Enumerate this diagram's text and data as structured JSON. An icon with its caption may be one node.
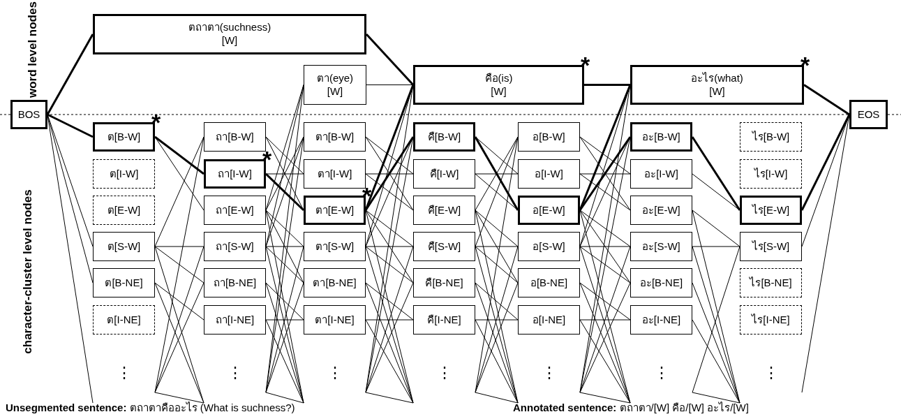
{
  "diagram": {
    "nodes": [
      {
        "text": [
          "ตถาตา(suchness)",
          "[W]"
        ]
      },
      {
        "text": [
          "BOS"
        ]
      },
      {
        "text": [
          "ตา(eye)",
          "[W]"
        ]
      },
      {
        "text": [
          "คือ(is)",
          "[W]"
        ],
        "beside": [
          "*"
        ]
      },
      {
        "text": [
          "อะไร(what)",
          "[W]"
        ],
        "beside": [
          "*"
        ]
      },
      {
        "text": [
          "EOS"
        ]
      },
      {
        "text": [
          "ต[B-W]"
        ],
        "beside": [
          "*"
        ]
      },
      {
        "text": [
          "ต[I-W]"
        ]
      },
      {
        "text": [
          "ต[E-W]"
        ]
      },
      {
        "text": [
          "ต[S-W]"
        ]
      },
      {
        "text": [
          "ต[B-NE]"
        ]
      },
      {
        "text": [
          "ต[I-NE]"
        ]
      },
      {
        "text": [
          "⋮"
        ]
      },
      {
        "text": [
          "ถา[B-W]"
        ]
      },
      {
        "text": [
          "ถา[I-W]"
        ],
        "beside": [
          "*"
        ]
      },
      {
        "text": [
          "ถา[E-W]"
        ]
      },
      {
        "text": [
          "ถา[S-W]"
        ]
      },
      {
        "text": [
          "ถา[B-NE]"
        ]
      },
      {
        "text": [
          "ถา[I-NE]"
        ]
      },
      {
        "text": [
          "⋮"
        ]
      },
      {
        "text": [
          "ตา[B-W]"
        ]
      },
      {
        "text": [
          "ตา[I-W]"
        ]
      },
      {
        "text": [
          "ตา[E-W]"
        ],
        "beside": [
          "*"
        ]
      },
      {
        "text": [
          "ตา[S-W]"
        ]
      },
      {
        "text": [
          "ตา[B-NE]"
        ]
      },
      {
        "text": [
          "ตา[I-NE]"
        ]
      },
      {
        "text": [
          "⋮"
        ]
      },
      {
        "text": [
          "คื[B-W]"
        ]
      },
      {
        "text": [
          "คื[I-W]"
        ]
      },
      {
        "text": [
          "คื[E-W]"
        ]
      },
      {
        "text": [
          "คื[S-W]"
        ]
      },
      {
        "text": [
          "คื[B-NE]"
        ]
      },
      {
        "text": [
          "คื[I-NE]"
        ]
      },
      {
        "text": [
          "⋮"
        ]
      },
      {
        "text": [
          "อ[B-W]"
        ]
      },
      {
        "text": [
          "อ[I-W]"
        ]
      },
      {
        "text": [
          "อ[E-W]"
        ]
      },
      {
        "text": [
          "อ[S-W]"
        ]
      },
      {
        "text": [
          "อ[B-NE]"
        ]
      },
      {
        "text": [
          "อ[I-NE]"
        ]
      },
      {
        "text": [
          "⋮"
        ]
      },
      {
        "text": [
          "อะ[B-W]"
        ]
      },
      {
        "text": [
          "อะ[I-W]"
        ]
      },
      {
        "text": [
          "อะ[E-W]"
        ]
      },
      {
        "text": [
          "อะ[S-W]"
        ]
      },
      {
        "text": [
          "อะ[B-NE]"
        ]
      },
      {
        "text": [
          "อะ[I-NE]"
        ]
      },
      {
        "text": [
          "⋮"
        ]
      },
      {
        "text": [
          "ไร[B-W]"
        ]
      },
      {
        "text": [
          "ไร[I-W]"
        ]
      },
      {
        "text": [
          "ไร[E-W]"
        ]
      },
      {
        "text": [
          "ไร[S-W]"
        ]
      },
      {
        "text": [
          "ไร[B-NE]"
        ]
      },
      {
        "text": [
          "ไร[I-NE]"
        ]
      },
      {
        "text": [
          "⋮"
        ]
      }
    ],
    "edges": [
      {
        "from": 1,
        "to": 0,
        "arrow": "none",
        "style": "thick"
      },
      {
        "from": 0,
        "to": 3,
        "arrow": "none",
        "style": "thick"
      },
      {
        "from": 2,
        "to": 3,
        "arrow": "none"
      },
      {
        "from": 3,
        "to": 4,
        "arrow": "none",
        "style": "thick"
      },
      {
        "from": 4,
        "to": 5,
        "arrow": "none",
        "style": "thick"
      },
      {
        "from": 1,
        "to": 6,
        "arrow": "none",
        "style": "thick"
      },
      {
        "from": 1,
        "to": 9,
        "arrow": "none"
      },
      {
        "from": 1,
        "to": 10,
        "arrow": "none"
      },
      {
        "from": 1,
        "to": 12,
        "arrow": "none"
      },
      {
        "from": 6,
        "to": 14,
        "arrow": "none",
        "style": "thick"
      },
      {
        "from": 6,
        "to": 15,
        "arrow": "none"
      },
      {
        "from": 9,
        "to": 13,
        "arrow": "none"
      },
      {
        "from": 9,
        "to": 16,
        "arrow": "none"
      },
      {
        "from": 9,
        "to": 17,
        "arrow": "none"
      },
      {
        "from": 9,
        "to": 19,
        "arrow": "none"
      },
      {
        "from": 10,
        "to": 18,
        "arrow": "none"
      },
      {
        "from": 10,
        "to": 19,
        "arrow": "none"
      },
      {
        "from": 12,
        "to": 13,
        "arrow": "none"
      },
      {
        "from": 12,
        "to": 16,
        "arrow": "none"
      },
      {
        "from": 12,
        "to": 17,
        "arrow": "none"
      },
      {
        "from": 12,
        "to": 19,
        "arrow": "none"
      },
      {
        "from": 15,
        "to": 2,
        "arrow": "none"
      },
      {
        "from": 16,
        "to": 2,
        "arrow": "none"
      },
      {
        "from": 19,
        "to": 2,
        "arrow": "none"
      },
      {
        "from": 13,
        "to": 21,
        "arrow": "none"
      },
      {
        "from": 13,
        "to": 22,
        "arrow": "none"
      },
      {
        "from": 14,
        "to": 21,
        "arrow": "none"
      },
      {
        "from": 14,
        "to": 22,
        "arrow": "none",
        "style": "thick"
      },
      {
        "from": 15,
        "to": 20,
        "arrow": "none"
      },
      {
        "from": 15,
        "to": 23,
        "arrow": "none"
      },
      {
        "from": 15,
        "to": 24,
        "arrow": "none"
      },
      {
        "from": 15,
        "to": 26,
        "arrow": "none"
      },
      {
        "from": 16,
        "to": 20,
        "arrow": "none"
      },
      {
        "from": 16,
        "to": 23,
        "arrow": "none"
      },
      {
        "from": 16,
        "to": 24,
        "arrow": "none"
      },
      {
        "from": 16,
        "to": 26,
        "arrow": "none"
      },
      {
        "from": 17,
        "to": 25,
        "arrow": "none"
      },
      {
        "from": 17,
        "to": 26,
        "arrow": "none"
      },
      {
        "from": 18,
        "to": 25,
        "arrow": "none"
      },
      {
        "from": 18,
        "to": 26,
        "arrow": "none"
      },
      {
        "from": 19,
        "to": 20,
        "arrow": "none"
      },
      {
        "from": 19,
        "to": 23,
        "arrow": "none"
      },
      {
        "from": 19,
        "to": 24,
        "arrow": "none"
      },
      {
        "from": 19,
        "to": 26,
        "arrow": "none"
      },
      {
        "from": 22,
        "to": 3,
        "arrow": "none",
        "style": "thick"
      },
      {
        "from": 23,
        "to": 3,
        "arrow": "none"
      },
      {
        "from": 26,
        "to": 3,
        "arrow": "none"
      },
      {
        "from": 20,
        "to": 28,
        "arrow": "none"
      },
      {
        "from": 20,
        "to": 29,
        "arrow": "none"
      },
      {
        "from": 21,
        "to": 28,
        "arrow": "none"
      },
      {
        "from": 21,
        "to": 29,
        "arrow": "none"
      },
      {
        "from": 22,
        "to": 27,
        "arrow": "none",
        "style": "thick"
      },
      {
        "from": 22,
        "to": 30,
        "arrow": "none"
      },
      {
        "from": 22,
        "to": 31,
        "arrow": "none"
      },
      {
        "from": 22,
        "to": 33,
        "arrow": "none"
      },
      {
        "from": 23,
        "to": 27,
        "arrow": "none"
      },
      {
        "from": 23,
        "to": 30,
        "arrow": "none"
      },
      {
        "from": 23,
        "to": 31,
        "arrow": "none"
      },
      {
        "from": 23,
        "to": 33,
        "arrow": "none"
      },
      {
        "from": 24,
        "to": 32,
        "arrow": "none"
      },
      {
        "from": 24,
        "to": 33,
        "arrow": "none"
      },
      {
        "from": 25,
        "to": 32,
        "arrow": "none"
      },
      {
        "from": 25,
        "to": 33,
        "arrow": "none"
      },
      {
        "from": 26,
        "to": 27,
        "arrow": "none"
      },
      {
        "from": 26,
        "to": 30,
        "arrow": "none"
      },
      {
        "from": 26,
        "to": 31,
        "arrow": "none"
      },
      {
        "from": 26,
        "to": 33,
        "arrow": "none"
      },
      {
        "from": 27,
        "to": 35,
        "arrow": "none"
      },
      {
        "from": 27,
        "to": 36,
        "arrow": "none",
        "style": "thick"
      },
      {
        "from": 28,
        "to": 35,
        "arrow": "none"
      },
      {
        "from": 28,
        "to": 36,
        "arrow": "none"
      },
      {
        "from": 29,
        "to": 34,
        "arrow": "none"
      },
      {
        "from": 29,
        "to": 37,
        "arrow": "none"
      },
      {
        "from": 29,
        "to": 38,
        "arrow": "none"
      },
      {
        "from": 29,
        "to": 40,
        "arrow": "none"
      },
      {
        "from": 30,
        "to": 34,
        "arrow": "none"
      },
      {
        "from": 30,
        "to": 37,
        "arrow": "none"
      },
      {
        "from": 30,
        "to": 38,
        "arrow": "none"
      },
      {
        "from": 30,
        "to": 40,
        "arrow": "none"
      },
      {
        "from": 31,
        "to": 39,
        "arrow": "none"
      },
      {
        "from": 31,
        "to": 40,
        "arrow": "none"
      },
      {
        "from": 32,
        "to": 39,
        "arrow": "none"
      },
      {
        "from": 32,
        "to": 40,
        "arrow": "none"
      },
      {
        "from": 33,
        "to": 34,
        "arrow": "none"
      },
      {
        "from": 33,
        "to": 37,
        "arrow": "none"
      },
      {
        "from": 33,
        "to": 38,
        "arrow": "none"
      },
      {
        "from": 33,
        "to": 40,
        "arrow": "none"
      },
      {
        "from": 36,
        "to": 4,
        "arrow": "none",
        "style": "thick"
      },
      {
        "from": 37,
        "to": 4,
        "arrow": "none"
      },
      {
        "from": 40,
        "to": 4,
        "arrow": "none"
      },
      {
        "from": 34,
        "to": 42,
        "arrow": "none"
      },
      {
        "from": 34,
        "to": 43,
        "arrow": "none"
      },
      {
        "from": 35,
        "to": 42,
        "arrow": "none"
      },
      {
        "from": 35,
        "to": 43,
        "arrow": "none"
      },
      {
        "from": 36,
        "to": 41,
        "arrow": "none",
        "style": "thick"
      },
      {
        "from": 36,
        "to": 44,
        "arrow": "none"
      },
      {
        "from": 36,
        "to": 45,
        "arrow": "none"
      },
      {
        "from": 36,
        "to": 47,
        "arrow": "none"
      },
      {
        "from": 37,
        "to": 41,
        "arrow": "none"
      },
      {
        "from": 37,
        "to": 44,
        "arrow": "none"
      },
      {
        "from": 37,
        "to": 45,
        "arrow": "none"
      },
      {
        "from": 37,
        "to": 47,
        "arrow": "none"
      },
      {
        "from": 38,
        "to": 46,
        "arrow": "none"
      },
      {
        "from": 38,
        "to": 47,
        "arrow": "none"
      },
      {
        "from": 39,
        "to": 46,
        "arrow": "none"
      },
      {
        "from": 39,
        "to": 47,
        "arrow": "none"
      },
      {
        "from": 40,
        "to": 41,
        "arrow": "none"
      },
      {
        "from": 40,
        "to": 44,
        "arrow": "none"
      },
      {
        "from": 40,
        "to": 45,
        "arrow": "none"
      },
      {
        "from": 40,
        "to": 47,
        "arrow": "none"
      },
      {
        "from": 41,
        "to": 50,
        "arrow": "none",
        "style": "thick"
      },
      {
        "from": 42,
        "to": 50,
        "arrow": "none"
      },
      {
        "from": 43,
        "to": 51,
        "arrow": "none"
      },
      {
        "from": 43,
        "to": 54,
        "arrow": "none"
      },
      {
        "from": 44,
        "to": 51,
        "arrow": "none"
      },
      {
        "from": 44,
        "to": 54,
        "arrow": "none"
      },
      {
        "from": 45,
        "to": 54,
        "arrow": "none"
      },
      {
        "from": 46,
        "to": 54,
        "arrow": "none"
      },
      {
        "from": 47,
        "to": 51,
        "arrow": "none"
      },
      {
        "from": 47,
        "to": 54,
        "arrow": "none"
      },
      {
        "from": 50,
        "to": 5,
        "arrow": "none",
        "style": "thick"
      },
      {
        "from": 51,
        "to": 5,
        "arrow": "none"
      },
      {
        "from": 54,
        "to": 5,
        "arrow": "none"
      }
    ],
    "labels": [
      "word level nodes",
      "character-cluster level nodes",
      "**Unsegmented sentence:** ตถาตาคืออะไร (What is suchness?)",
      "**Annotated sentence:** ตถาตา/[W] คือ/[W] อะไร/[W]"
    ]
  }
}
